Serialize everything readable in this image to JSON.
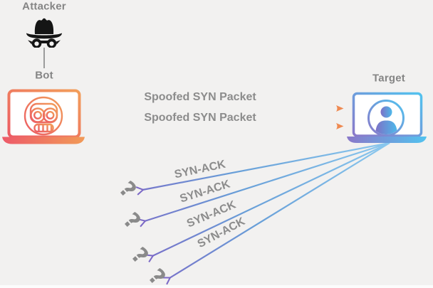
{
  "nodes": {
    "attacker": {
      "label": "Attacker",
      "icon": "spy-hat-mask-icon"
    },
    "bot": {
      "label": "Bot",
      "icon": "robot-face-laptop-icon"
    },
    "target": {
      "label": "Target",
      "icon": "user-laptop-icon"
    }
  },
  "arrows": {
    "syn_packets": [
      {
        "label": "Spoofed SYN Packet"
      },
      {
        "label": "Spoofed SYN Packet"
      }
    ],
    "syn_acks": [
      {
        "label": "SYN-ACK"
      },
      {
        "label": "SYN-ACK"
      },
      {
        "label": "SYN-ACK"
      },
      {
        "label": "SYN-ACK"
      }
    ]
  },
  "question_marks": [
    "?",
    "?",
    "?",
    "?"
  ],
  "colors": {
    "background": "#f2f1f0",
    "node_label_text": "#858585",
    "message_label_text": "#8c8c8c",
    "question_mark": "#8a8a8a",
    "attacker_icon": "#151515",
    "bot_gradient_start": "#ec5b64",
    "bot_gradient_end": "#f29e5a",
    "target_gradient_start": "#8a78c9",
    "target_gradient_end": "#52c3ef",
    "syn_line_gradient_start": "#f2847c",
    "syn_line_gradient_end": "#f08d52",
    "syn_arrowhead": "#ef8950",
    "synack_line_blue": "#8ac8ee",
    "synack_arrow_purple": "#7b68c6"
  }
}
